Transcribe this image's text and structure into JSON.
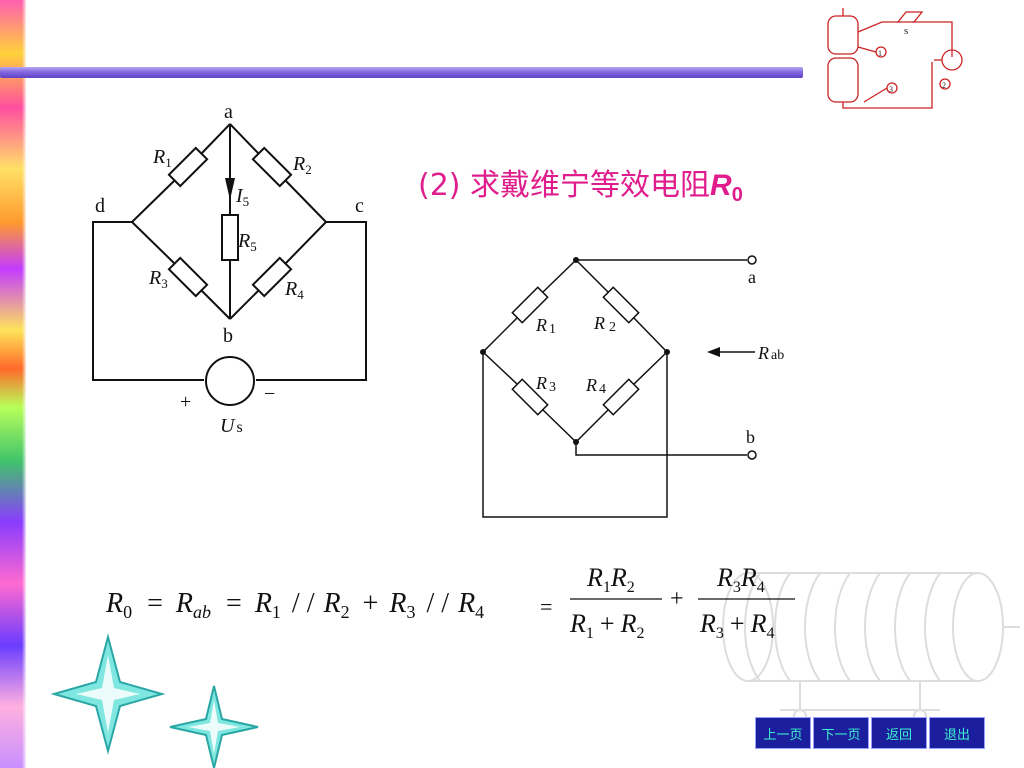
{
  "title": {
    "text": "(2) 求戴维宁等效电阻",
    "var": "R",
    "sub": "0"
  },
  "circuit1": {
    "nodes": {
      "a": "a",
      "b": "b",
      "c": "c",
      "d": "d"
    },
    "resistors": {
      "r1": "R",
      "r1_sub": "1",
      "r2": "R",
      "r2_sub": "2",
      "r3": "R",
      "r3_sub": "3",
      "r4": "R",
      "r4_sub": "4",
      "r5": "R",
      "r5_sub": "5"
    },
    "current": {
      "label": "I",
      "sub": "5"
    },
    "source": {
      "plus": "+",
      "minus": "−",
      "label": "U",
      "sub": "s"
    }
  },
  "circuit2": {
    "resistors": {
      "r1": "R",
      "r1_sub": "1",
      "r2": "R",
      "r2_sub": "2",
      "r3": "R",
      "r3_sub": "3",
      "r4": "R",
      "r4_sub": "4"
    },
    "terminal_a": "a",
    "terminal_b": "b",
    "rab": {
      "label": "R",
      "sub": "ab"
    }
  },
  "formula": {
    "lhs": {
      "r": "R",
      "r_sub": "0",
      "eq1": "=",
      "rab": "R",
      "rab_sub": "ab",
      "eq2": "=",
      "t1": "R",
      "t1_sub": "1",
      "par1": "/ /",
      "t2": "R",
      "t2_sub": "2",
      "plus": "+",
      "t3": "R",
      "t3_sub": "3",
      "par2": "/ /",
      "t4": "R",
      "t4_sub": "4"
    },
    "eq3": "=",
    "frac1": {
      "num": [
        "R",
        "1",
        "R",
        "2"
      ],
      "den": [
        "R",
        "1",
        "+",
        "R",
        "2"
      ]
    },
    "plus": "+",
    "frac2": {
      "num": [
        "R",
        "3",
        "R",
        "4"
      ],
      "den": [
        "R",
        "3",
        "+",
        "R",
        "4"
      ]
    }
  },
  "thumbnail": {
    "s": "s",
    "n1": "1",
    "n2": "2",
    "n3": "3"
  },
  "nav": {
    "prev": "上一页",
    "next": "下一页",
    "back": "返回",
    "exit": "退出"
  }
}
